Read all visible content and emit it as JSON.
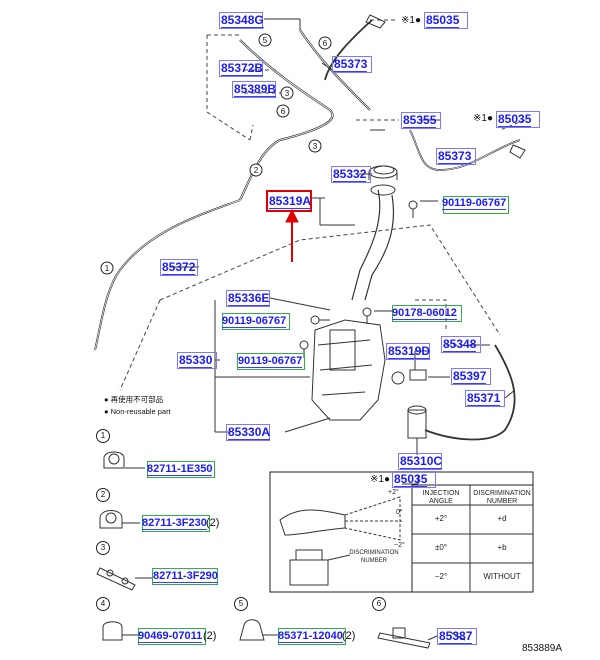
{
  "diagram_id": "853889A",
  "labels": {
    "p85348G": "85348G",
    "p85035_top": "85035",
    "p85372B": "85372B",
    "p85373_top": "85373",
    "p85389B": "85389B",
    "p85355": "85355",
    "p85035_right": "85035",
    "p85373_right": "85373",
    "p85332": "85332",
    "p85319A": "85319A",
    "p90119_06767_a": "90119-06767",
    "p85372": "85372",
    "p85336E": "85336E",
    "p90178_06012": "90178-06012",
    "p90119_06767_b": "90119-06767",
    "p85330": "85330",
    "p90119_06767_c": "90119-06767",
    "p85319D": "85319D",
    "p85348": "85348",
    "p85397": "85397",
    "p85371": "85371",
    "p85330A": "85330A",
    "p85310C": "85310C",
    "p85035_table": "85035",
    "p82711_1E350": "82711-1E350",
    "p82711_3F230": "82711-3F230",
    "p82711_3F290": "82711-3F290",
    "p90469_07011": "90469-07011",
    "p85371_12040": "85371-12040",
    "p85387": "85387",
    "qty2_a": "(2)",
    "qty2_b": "(2)",
    "qty2_c": "(2)",
    "mark_prefix": "※1●",
    "legend_jp": "● 再使用不可部品",
    "legend_en": "● Non-reusable part",
    "circle_1": "1",
    "circle_2": "2",
    "circle_3": "3",
    "circle_4": "4",
    "circle_5": "5",
    "circle_6": "6"
  },
  "table": {
    "col1": "INJECTION ANGLE",
    "col2": "DISCRIMINATION NUMBER",
    "rows": [
      {
        "angle": "+2°",
        "number": "+d"
      },
      {
        "angle": "±0°",
        "number": "+b"
      },
      {
        "angle": "−2°",
        "number": "WITHOUT"
      }
    ],
    "diag_plus": "+2°",
    "diag_zero": "0°",
    "diag_minus": "−2°",
    "disc_label": "DISCRIMINATION NUMBER"
  },
  "colors": {
    "part_number": "#1a1aff",
    "highlight": "#e00000",
    "green_box": "#2fb04a",
    "line": "#222222"
  }
}
